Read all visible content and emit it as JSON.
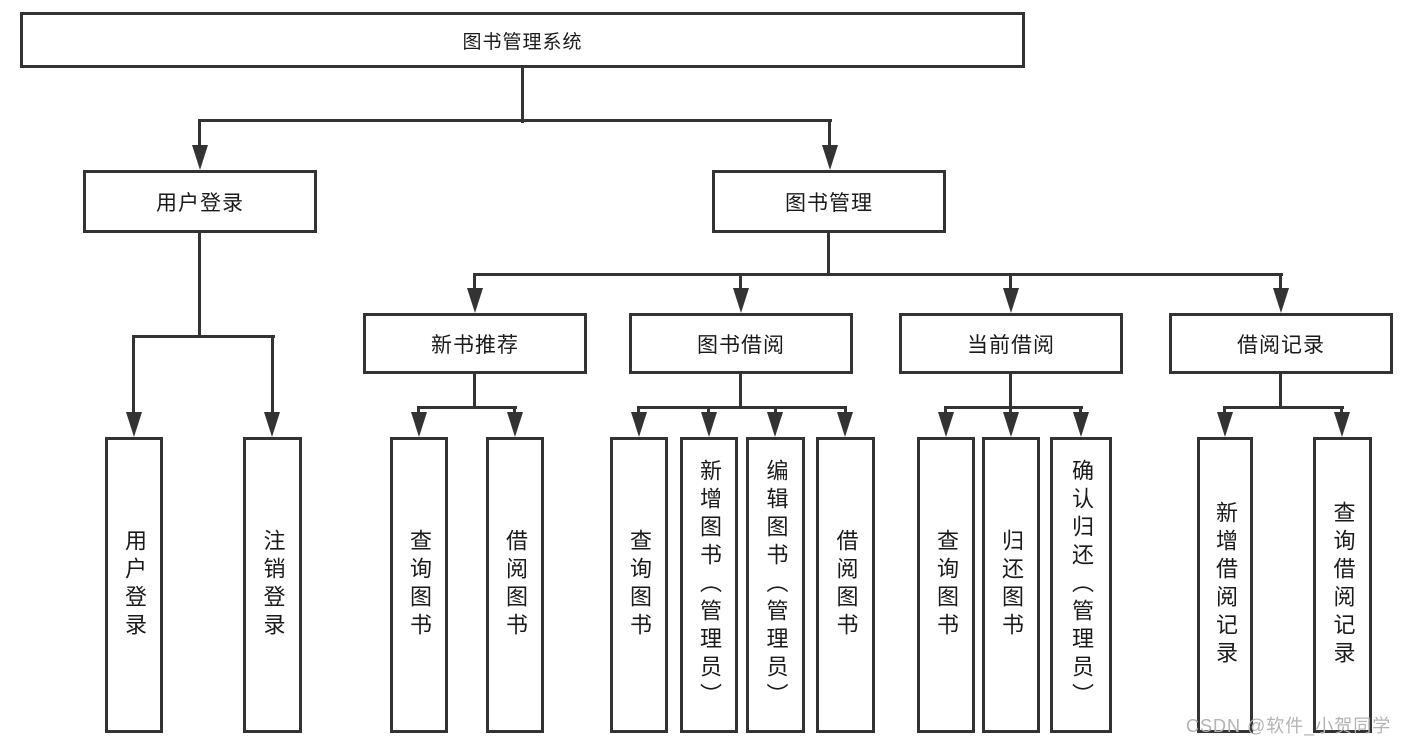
{
  "tree": {
    "root": "图书管理系统",
    "level2": [
      {
        "label": "用户登录",
        "children": [
          "用户登录",
          "注销登录"
        ]
      },
      {
        "label": "图书管理",
        "children": [
          {
            "label": "新书推荐",
            "children": [
              "查询图书",
              "借阅图书"
            ]
          },
          {
            "label": "图书借阅",
            "children": [
              "查询图书",
              "新增图书（管理员）",
              "编辑图书（管理员）",
              "借阅图书"
            ]
          },
          {
            "label": "当前借阅",
            "children": [
              "查询图书",
              "归还图书",
              "确认归还（管理员）"
            ]
          },
          {
            "label": "借阅记录",
            "children": [
              "新增借阅记录",
              "查询借阅记录"
            ]
          }
        ]
      }
    ]
  },
  "watermark": "CSDN @软件_小贺同学",
  "colors": {
    "background": "#ffffff",
    "line": "#333333",
    "box_border": "#333333",
    "text": "#1a1a1a",
    "watermark_text": "#b3b3b3"
  }
}
